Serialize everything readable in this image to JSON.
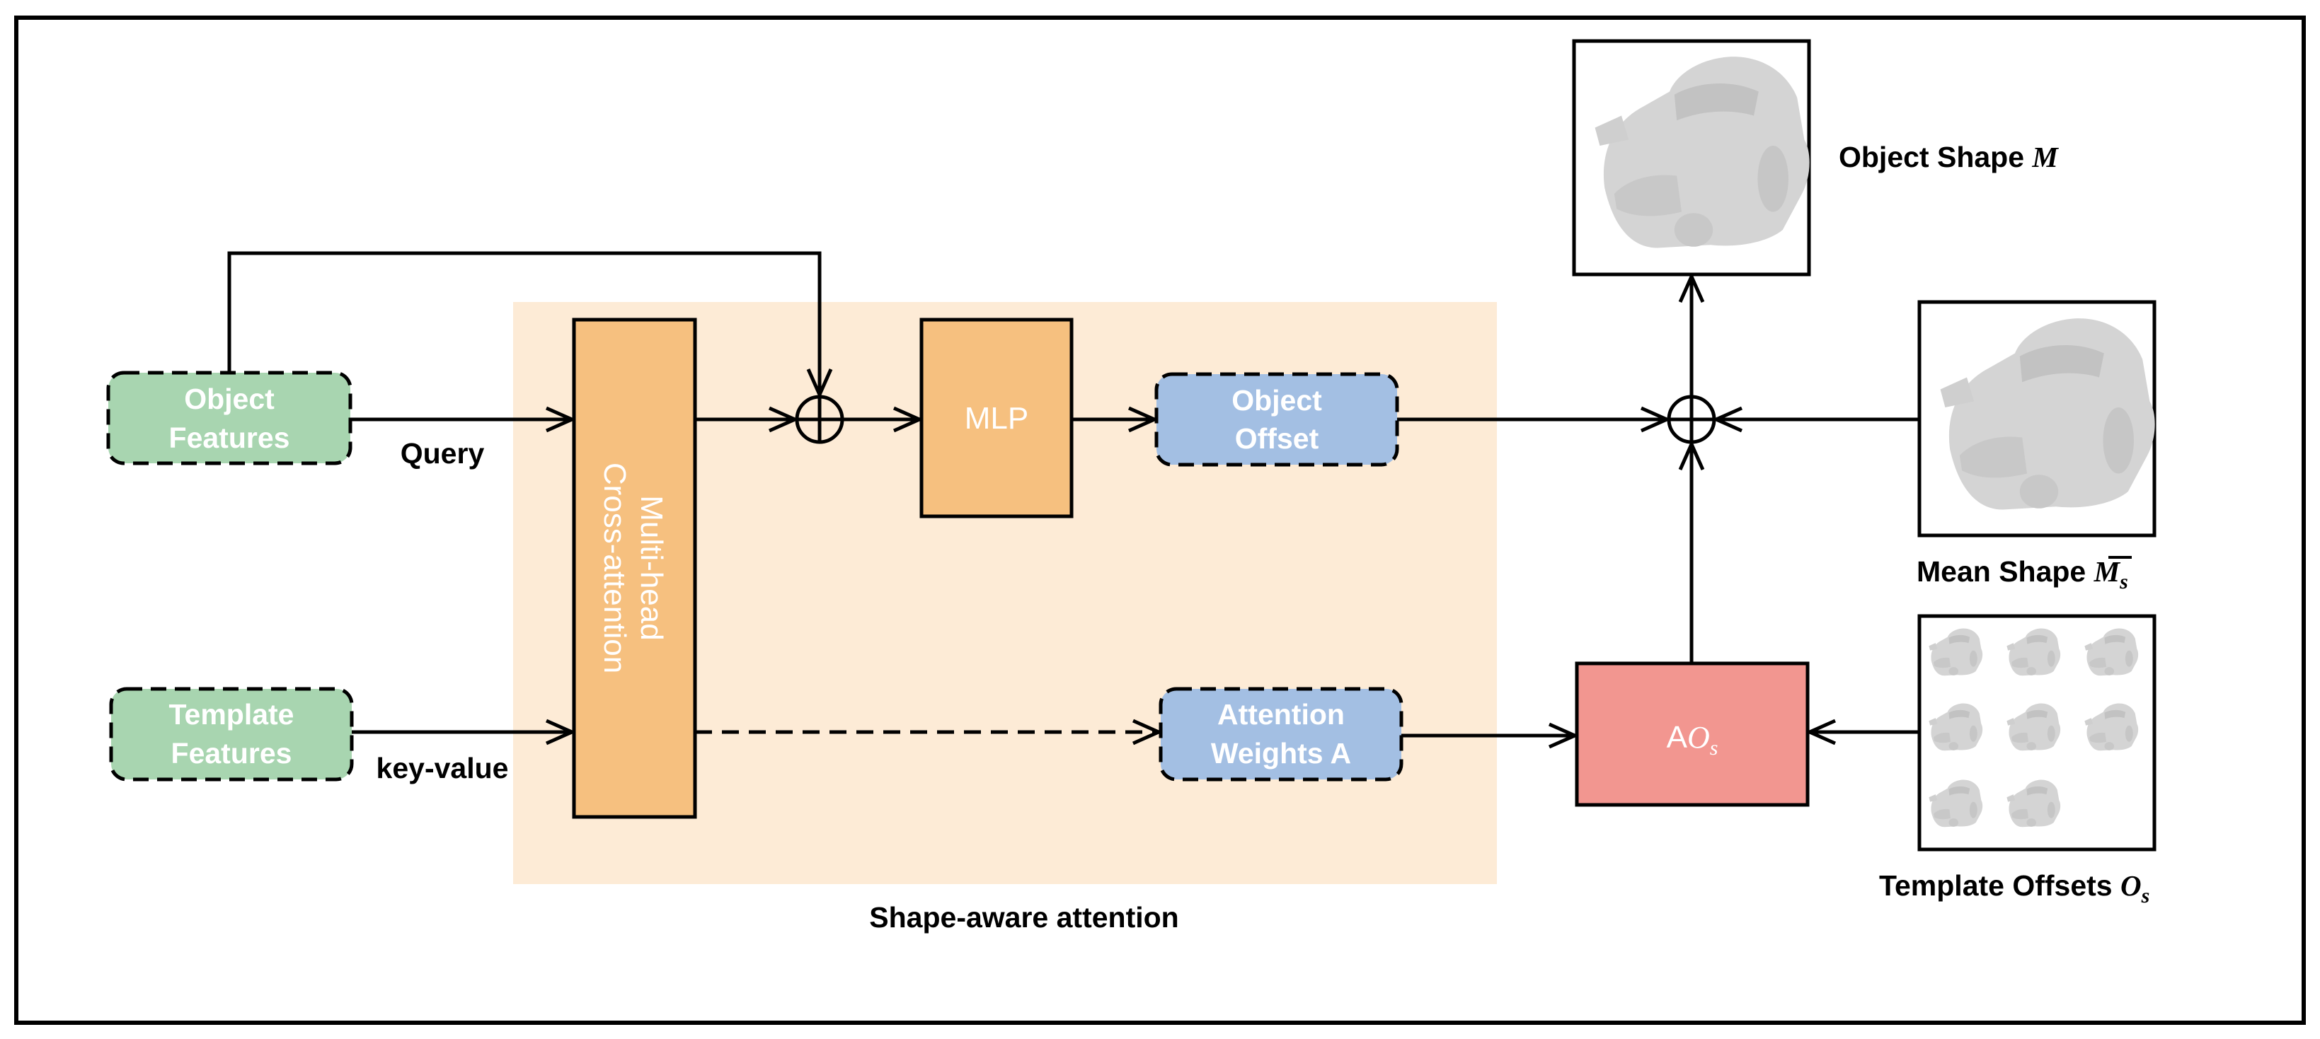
{
  "inputs": {
    "object_features": [
      "Object",
      "Features"
    ],
    "template_features": [
      "Template",
      "Features"
    ],
    "query_label": "Query",
    "key_value_label": "key-value"
  },
  "attention_block": {
    "cross_attention": [
      "Multi-head",
      "Cross-attention"
    ],
    "mlp": "MLP",
    "object_offset": [
      "Object",
      "Offset"
    ],
    "attention_weights": [
      "Attention",
      "Weights A"
    ],
    "caption": "Shape-aware attention"
  },
  "outputs": {
    "product_box": {
      "prefix": "A",
      "symbol": "O",
      "subscript": "s"
    },
    "object_shape": {
      "text": "Object Shape ",
      "symbol": "M"
    },
    "mean_shape": {
      "text": "Mean Shape ",
      "symbol": "M",
      "bar": "‾",
      "subscript": "s"
    },
    "template_offsets": {
      "text": "Template Offsets ",
      "symbol": "O",
      "subscript": "s"
    }
  },
  "colors": {
    "green": "#a8d5b0",
    "orange": "#f6c07f",
    "blue": "#a3bfe3",
    "red": "#f29690",
    "attention_bg": "#fdebd6",
    "car_gray": "#d4d4d4"
  }
}
